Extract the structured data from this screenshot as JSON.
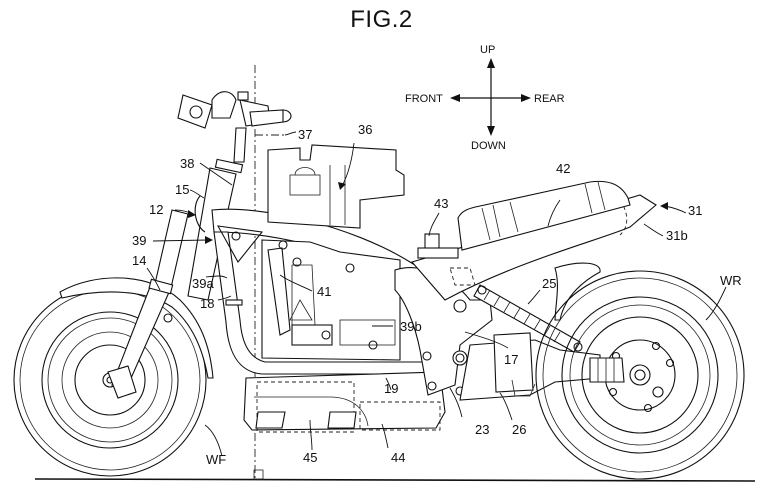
{
  "figure": {
    "title": "FIG.2"
  },
  "directions": {
    "up": "UP",
    "down": "DOWN",
    "front": "FRONT",
    "rear": "REAR"
  },
  "labels": {
    "l37": "37",
    "l36": "36",
    "l38": "38",
    "l15": "15",
    "l12": "12",
    "l39": "39",
    "l14": "14",
    "l39a": "39a",
    "l18": "18",
    "l41": "41",
    "l39b": "39b",
    "l42": "42",
    "l43": "43",
    "l31": "31",
    "l31b": "31b",
    "l25": "25",
    "lWR": "WR",
    "l17": "17",
    "l19": "19",
    "l23": "23",
    "l26": "26",
    "l44": "44",
    "l45": "45",
    "lWF": "WF"
  }
}
